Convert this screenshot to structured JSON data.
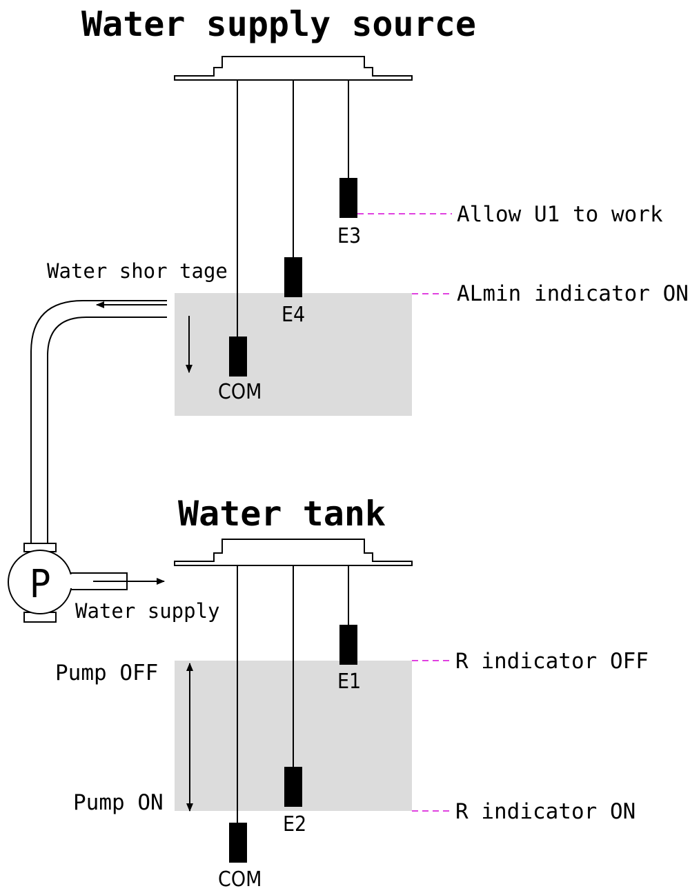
{
  "source": {
    "title": "Water supply source",
    "e3_label": "E3",
    "e4_label": "E4",
    "com_label": "COM",
    "allow_label": "Allow U1 to work",
    "almin_label": "ALmin indicator ON",
    "shortage_label": "Water shor tage"
  },
  "tank": {
    "title": "Water tank",
    "e1_label": "E1",
    "e2_label": "E2",
    "com_label": "COM",
    "r_off_label": "R indicator OFF",
    "r_on_label": "R indicator ON",
    "pump_off_label": "Pump OFF",
    "pump_on_label": "Pump ON"
  },
  "pump": {
    "letter": "P",
    "supply_label": "Water supply"
  },
  "colors": {
    "water": "#dcdcdc",
    "dash": "#e040e0",
    "line": "#000000"
  }
}
